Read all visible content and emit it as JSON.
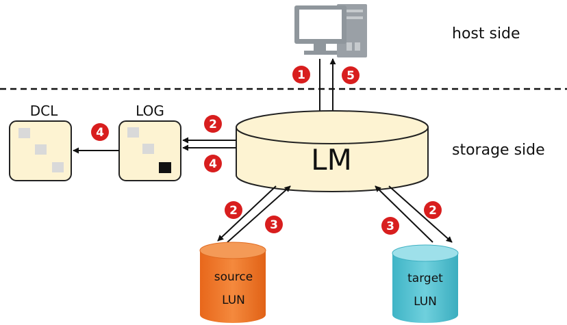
{
  "zones": {
    "host": "host side",
    "storage": "storage side"
  },
  "nodes": {
    "lm": "LM",
    "log": "LOG",
    "dcl": "DCL",
    "source": {
      "line1": "source",
      "line2": "LUN"
    },
    "target": {
      "line1": "target",
      "line2": "LUN"
    }
  },
  "steps": {
    "s1": "1",
    "s2": "2",
    "s3": "3",
    "s4": "4",
    "s5": "5"
  },
  "colors": {
    "badge": "#d81e1e",
    "cylinder_fill": "#fdf3d2",
    "source_lun": "#f07a2a",
    "target_lun": "#4fc3d3",
    "block_fill": "#d9d9d9"
  }
}
